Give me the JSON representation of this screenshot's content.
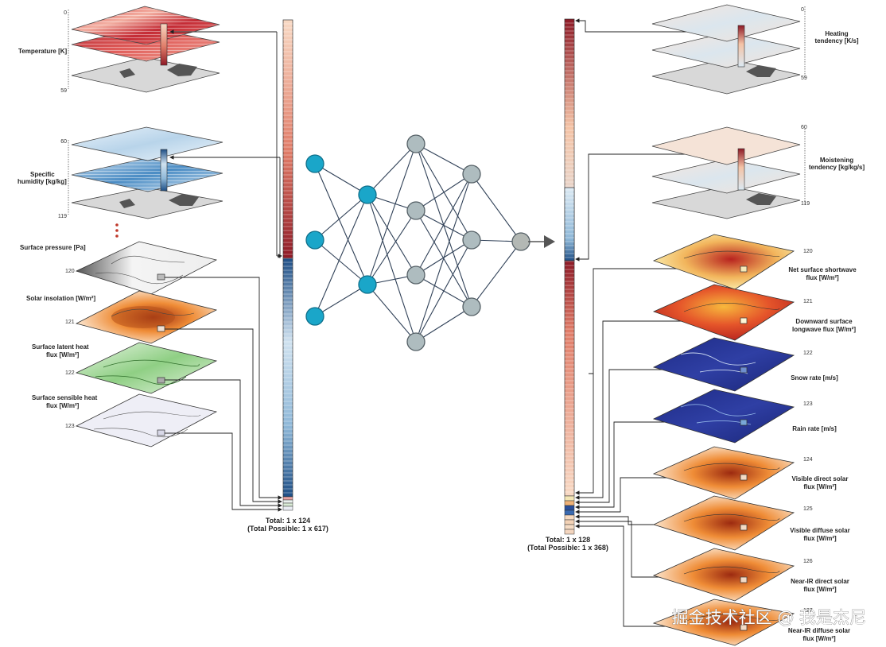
{
  "input": {
    "labels": {
      "temperature": "Temperature [K]",
      "humidity_1": "Specific",
      "humidity_2": "humidity [kg/kg]",
      "pressure": "Surface pressure [Pa]",
      "insolation": "Solar insolation [W/m²]",
      "latent_1": "Surface latent heat",
      "latent_2": "flux [W/m²]",
      "sensible_1": "Surface sensible heat",
      "sensible_2": "flux [W/m²]"
    },
    "indices": {
      "t_top": "0",
      "t_bot": "59",
      "q_top": "60",
      "q_bot": "119",
      "p": "120",
      "s": "121",
      "l": "122",
      "h": "123"
    },
    "total_1": "Total: 1 x 124",
    "total_2": "(Total Possible: 1 x 617)"
  },
  "output": {
    "labels": {
      "heating_1": "Heating",
      "heating_2": "tendency [K/s]",
      "moist_1": "Moistening",
      "moist_2": "tendency [kg/kg/s]",
      "netsw_1": "Net surface shortwave",
      "netsw_2": "flux [W/m²]",
      "dlw_1": "Downward surface",
      "dlw_2": "longwave flux [W/m²]",
      "snow": "Snow rate [m/s]",
      "rain": "Rain rate [m/s]",
      "vdir_1": "Visible direct solar",
      "vdir_2": "flux [W/m²]",
      "vdif_1": "Visible diffuse solar",
      "vdif_2": "flux [W/m²]",
      "ndir_1": "Near-IR direct solar",
      "ndir_2": "flux [W/m²]",
      "ndif_1": "Near-IR diffuse solar",
      "ndif_2": "flux [W/m²]"
    },
    "indices": {
      "h_top": "0",
      "h_bot": "59",
      "m_top": "60",
      "m_bot": "119",
      "i120": "120",
      "i121": "121",
      "i122": "122",
      "i123": "123",
      "i124": "124",
      "i125": "125",
      "i126": "126",
      "i127": "127"
    },
    "total_1": "Total: 1 x 128",
    "total_2": "(Total Possible: 1 x 368)"
  },
  "watermark": "掘金技术社区 @ 我是杰尼",
  "network": {
    "layer_sizes": [
      3,
      2,
      4,
      3,
      1
    ]
  },
  "colors": {
    "warm_dark": "#8e1a26",
    "warm_light": "#f8d9c4",
    "cool_dark": "#1f4f86",
    "cool_light": "#dbe9f3",
    "node_input": "#1aa6c9",
    "node_hidden": "#aebcbf",
    "node_output": "#b3b8b4",
    "edge": "#2f4057"
  }
}
